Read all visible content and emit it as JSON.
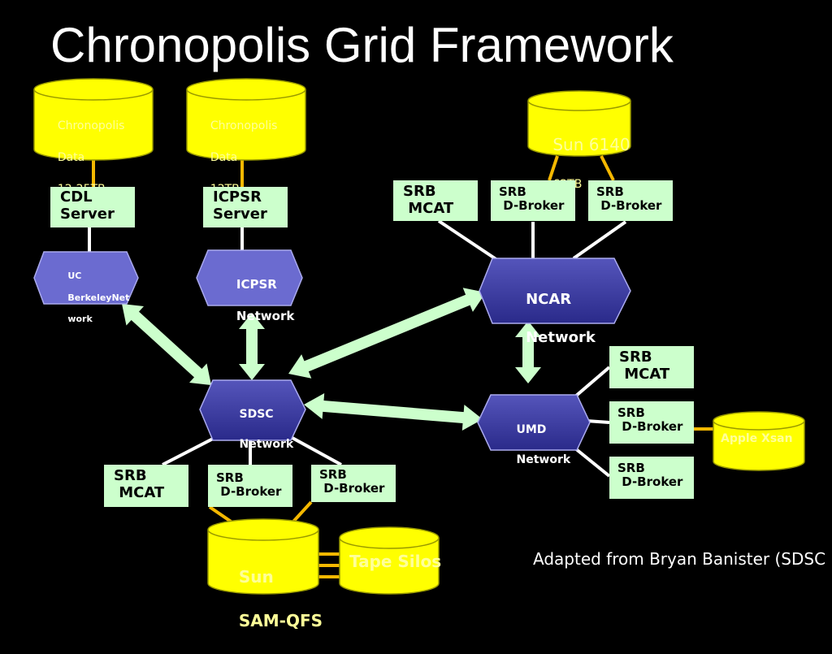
{
  "title": "Chronopolis Grid Framework",
  "credit": "Adapted from Bryan Banister (SDSC",
  "colors": {
    "background": "#000000",
    "storage": "#ffff00",
    "storage_text": "#ffff99",
    "server_box": "#ccffcc",
    "network": "#333399",
    "network_light": "#6666cc",
    "arrow": "#ccffcc",
    "orange_link": "#f5b800"
  },
  "storage": {
    "cdl_data": {
      "line1": "Chronopolis",
      "line2": "Data",
      "line3": "12-25TB"
    },
    "icpsr_data": {
      "line1": "Chronopolis",
      "line2": "Data",
      "line3": "12TB"
    },
    "sun6140": {
      "line1": "Sun 6140",
      "line2": "62TB"
    },
    "apple_xsan": {
      "label": "Apple Xsan"
    },
    "sun_samqfs": {
      "line1": "Sun",
      "line2": "SAM-QFS"
    },
    "tape_silos": {
      "label": "Tape Silos"
    }
  },
  "servers": {
    "cdl": {
      "line1": "CDL",
      "line2": "Server"
    },
    "icpsr": {
      "line1": "ICPSR",
      "line2": "Server"
    }
  },
  "srb": {
    "ncar_mcat": {
      "line1": "SRB",
      "line2": " MCAT"
    },
    "ncar_broker1": {
      "line1": "SRB",
      "line2": " D-Broker"
    },
    "ncar_broker2": {
      "line1": "SRB",
      "line2": " D-Broker"
    },
    "umd_mcat": {
      "line1": "SRB",
      "line2": " MCAT"
    },
    "umd_broker1": {
      "line1": "SRB",
      "line2": " D-Broker"
    },
    "umd_broker2": {
      "line1": "SRB",
      "line2": " D-Broker"
    },
    "sdsc_mcat": {
      "line1": "SRB",
      "line2": " MCAT"
    },
    "sdsc_broker1": {
      "line1": "SRB",
      "line2": " D-Broker"
    },
    "sdsc_broker2": {
      "line1": "SRB",
      "line2": " D-Broker"
    }
  },
  "networks": {
    "uc": {
      "line1": "UC",
      "line2": "BerkeleyNet",
      "line3": "work"
    },
    "icpsr": {
      "line1": "ICPSR",
      "line2": "Network"
    },
    "ncar": {
      "line1": "NCAR",
      "line2": "Network"
    },
    "sdsc": {
      "line1": "SDSC",
      "line2": "Network"
    },
    "umd": {
      "line1": "UMD",
      "line2": "Network"
    }
  }
}
